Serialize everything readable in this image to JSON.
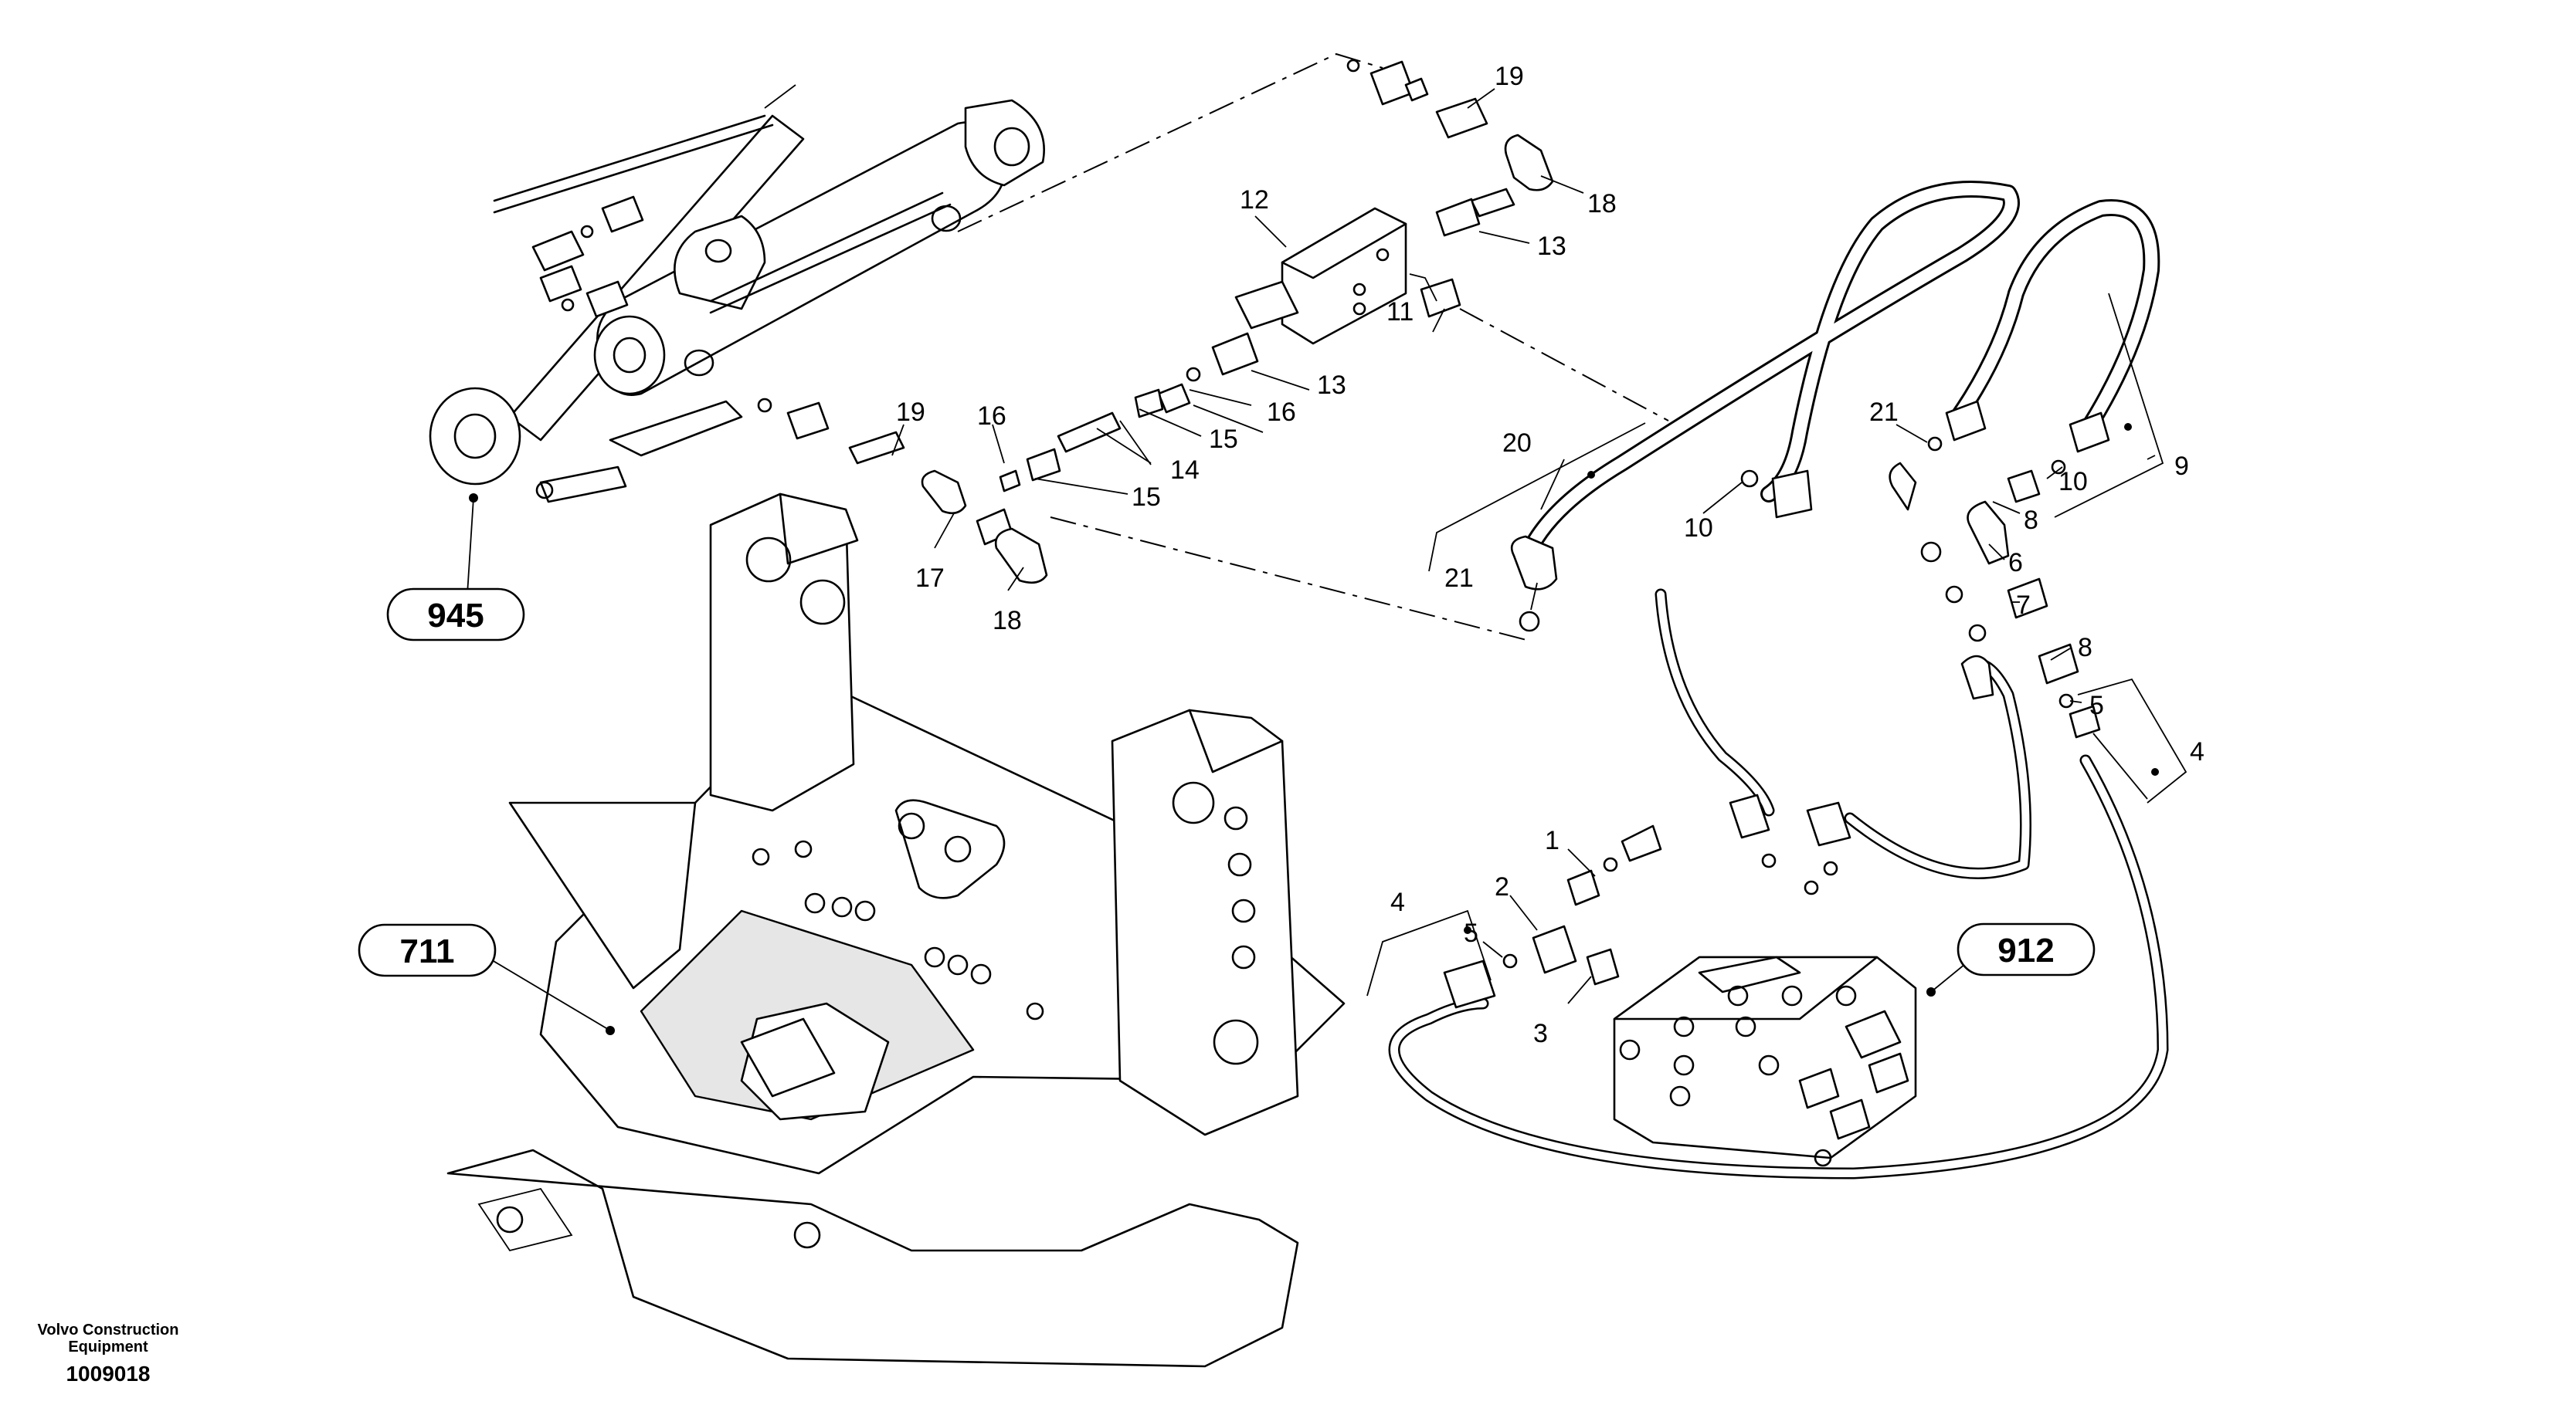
{
  "part_numbers": [
    "1",
    "2",
    "3",
    "4",
    "4",
    "5",
    "5",
    "6",
    "7",
    "8",
    "8",
    "9",
    "10",
    "10",
    "11",
    "12",
    "13",
    "13",
    "14",
    "15",
    "15",
    "16",
    "16",
    "17",
    "18",
    "18",
    "19",
    "19",
    "20",
    "21",
    "21"
  ],
  "callouts": {
    "boom_cylinder": "945",
    "frame": "711",
    "control_valve": "912"
  },
  "footer": {
    "maker": "Volvo Construction Equipment",
    "doc_number": "1009018"
  }
}
